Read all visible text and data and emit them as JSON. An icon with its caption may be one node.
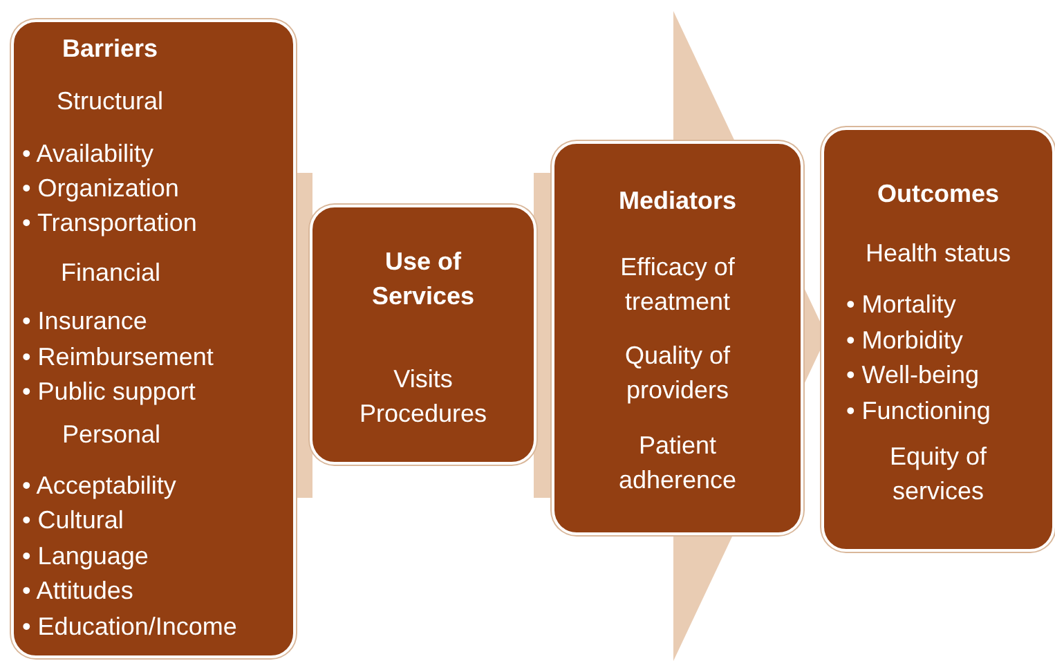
{
  "diagram": {
    "nodes": [
      {
        "text": [
          "Barriers",
          "Structural",
          "• Availability",
          "• Organization",
          "• Transportation",
          "Financial",
          "• Insurance",
          "• Reimbursement",
          "• Public support",
          "Personal",
          "• Acceptability",
          "• Cultural",
          "• Language",
          "• Attitudes",
          "• Education/Income"
        ]
      },
      {
        "text": [
          "Use of Services",
          "Visits Procedures"
        ]
      },
      {
        "text": [
          "Mediators",
          "Efficacy of treatment",
          "Quality of providers",
          "Patient adherence"
        ]
      },
      {
        "text": [
          "Outcomes",
          "Health status",
          "• Mortality",
          "• Morbidity",
          "• Well-being",
          "• Functioning",
          "Equity of services"
        ]
      }
    ],
    "edges": [
      {
        "from": 0,
        "to": 1,
        "arrow": "none"
      },
      {
        "from": 1,
        "to": 2,
        "arrow": "none"
      },
      {
        "from": 2,
        "to": 3,
        "arrow": "to"
      }
    ]
  }
}
